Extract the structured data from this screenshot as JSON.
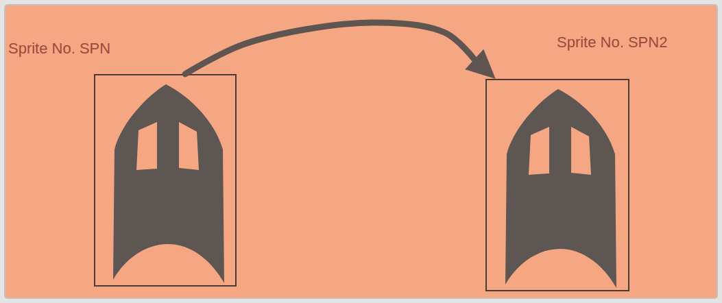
{
  "diagram": {
    "nodes": [
      {
        "text": [
          "Sprite No. SPN"
        ]
      },
      {
        "text": [
          "Sprite No. SPN2"
        ]
      }
    ],
    "edges": [
      {
        "from": 0,
        "to": 1,
        "arrow": "to"
      }
    ]
  }
}
